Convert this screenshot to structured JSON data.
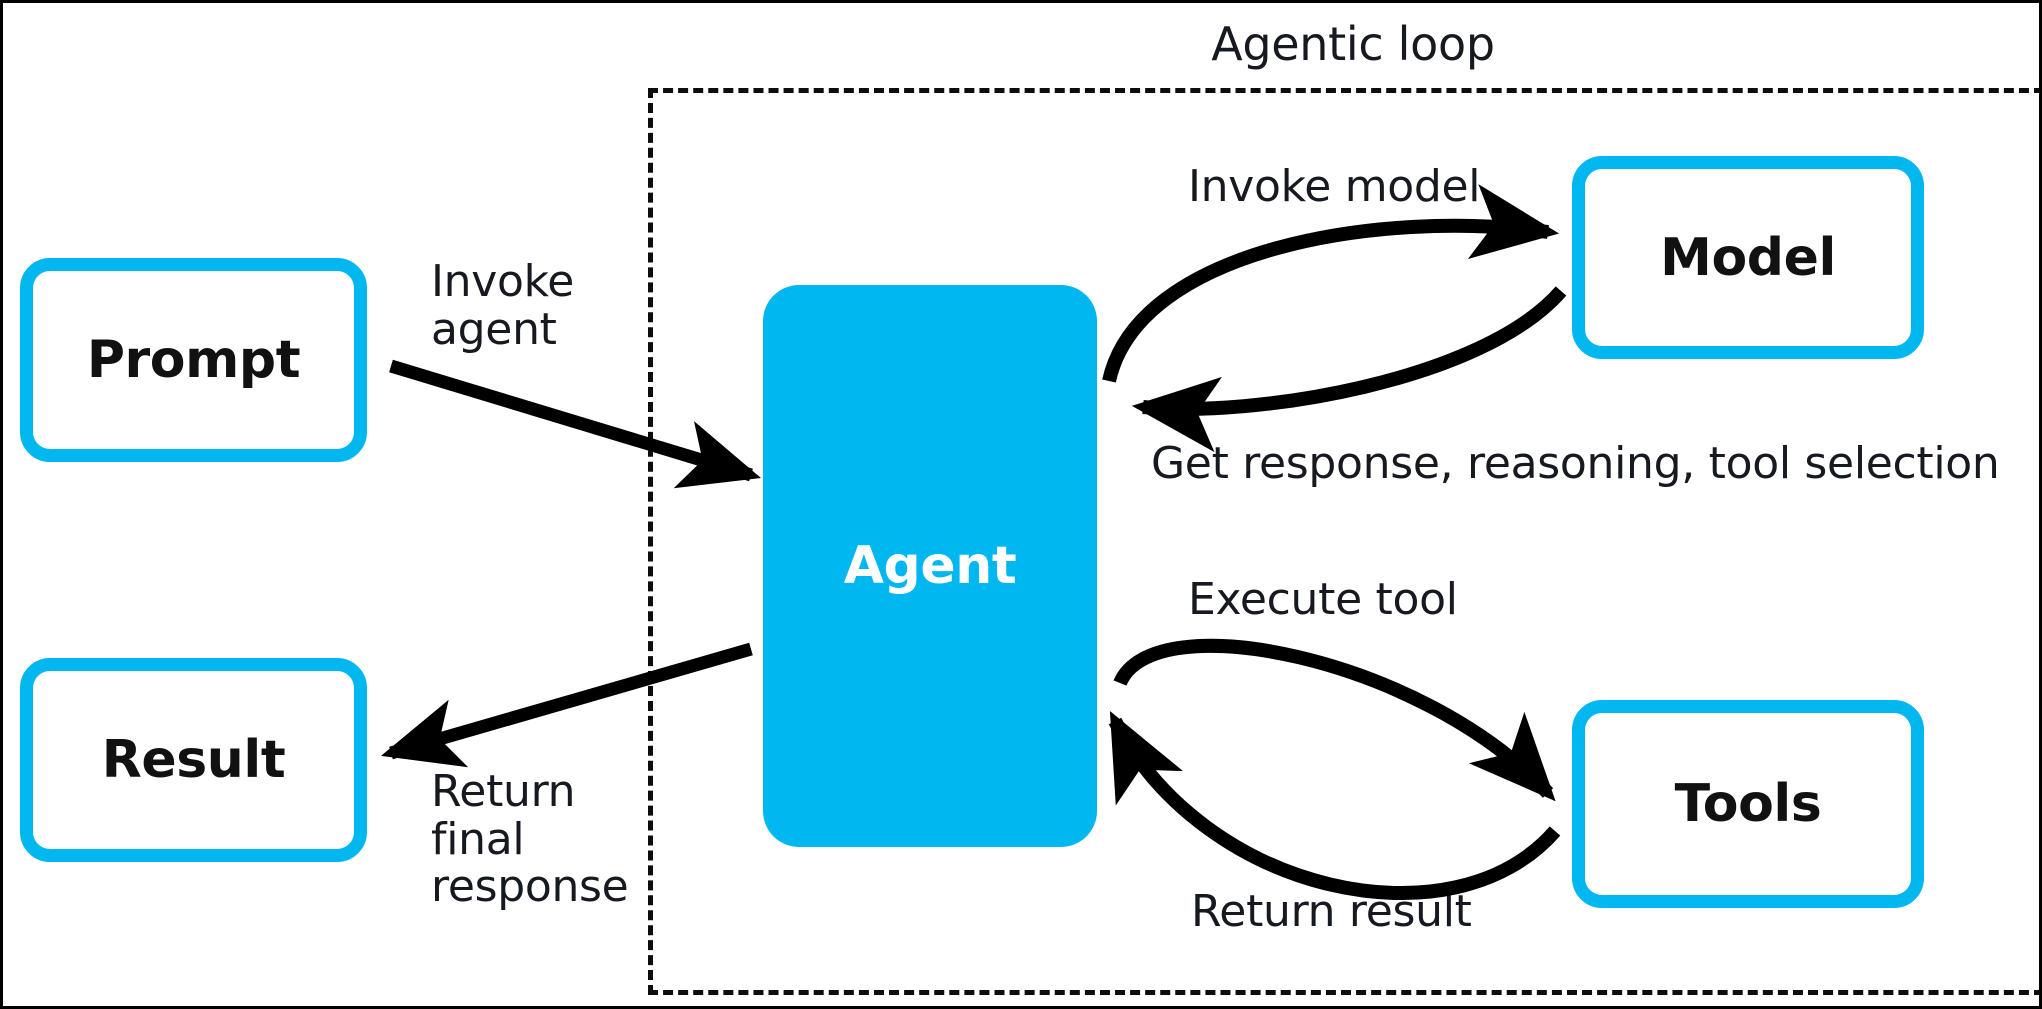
{
  "diagram": {
    "title": "Agentic loop",
    "accent_color": "#00b7f0",
    "text_color": "#16191f",
    "arrow_color": "#000000",
    "background": "#ffffff"
  },
  "nodes": {
    "prompt": {
      "label": "Prompt",
      "style": "outlined"
    },
    "agent": {
      "label": "Agent",
      "style": "filled"
    },
    "result": {
      "label": "Result",
      "style": "outlined"
    },
    "model": {
      "label": "Model",
      "style": "outlined"
    },
    "tools": {
      "label": "Tools",
      "style": "outlined"
    }
  },
  "edges": {
    "invoke_agent": {
      "label_line1": "Invoke",
      "label_line2": "agent",
      "from": "prompt",
      "to": "agent"
    },
    "return_final": {
      "label_line1": "Return",
      "label_line2": "final",
      "label_line3": "response",
      "from": "agent",
      "to": "result"
    },
    "invoke_model": {
      "label": "Invoke model",
      "from": "agent",
      "to": "model"
    },
    "get_response": {
      "label": "Get response, reasoning, tool selection",
      "from": "model",
      "to": "agent"
    },
    "execute_tool": {
      "label": "Execute tool",
      "from": "agent",
      "to": "tools"
    },
    "return_result": {
      "label": "Return result",
      "from": "tools",
      "to": "agent"
    }
  }
}
